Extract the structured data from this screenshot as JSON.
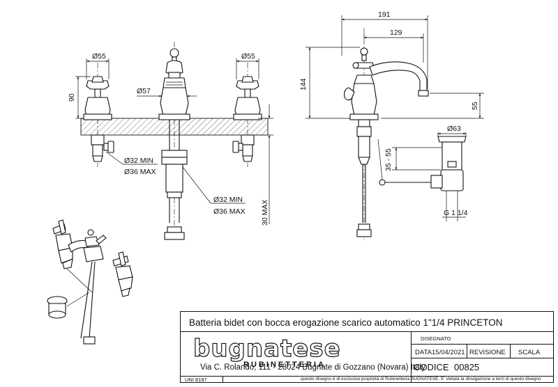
{
  "dimensions": {
    "left_handle_dia": "Ø55",
    "right_handle_dia": "Ø55",
    "left_height": "90",
    "spout_base_dia": "Ø57",
    "left_hole_min": "Ø32 MIN",
    "left_hole_max": "Ø36 MAX",
    "center_hole_min": "Ø32 MIN",
    "center_hole_max": "Ø36 MAX",
    "deck_max": "30 MAX",
    "side_width_total": "191",
    "side_width_spout": "129",
    "side_height": "144",
    "side_spout_height": "55",
    "drain_dia": "Ø63",
    "drain_range": "35 - 55",
    "drain_thread": "G 1 1/4"
  },
  "title_block": {
    "title": "Batteria bidet con bocca erogazione scarico automatico 1\"1/4 PRINCETON",
    "brand": "bugnatese",
    "brand_sub": "RUBINETTERIA",
    "address": "Via C. Rolando, 111 - 28024 Bugnate di Gozzano (Novara) Italy",
    "disegnato_label": "DISEGNATO",
    "data_label": "DATA",
    "data_value": "15/04/2021",
    "revisione_label": "REVISIONE",
    "scala_label": "SCALA",
    "codice_label": "CODICE",
    "codice_value": "00825",
    "uni": "UNI 8187",
    "footer_note": "questo disegno è di esclusiva proprietà di Rubinetteria BUGNATESE. E' vietata la divulgazione a terzi di questo disegno"
  }
}
